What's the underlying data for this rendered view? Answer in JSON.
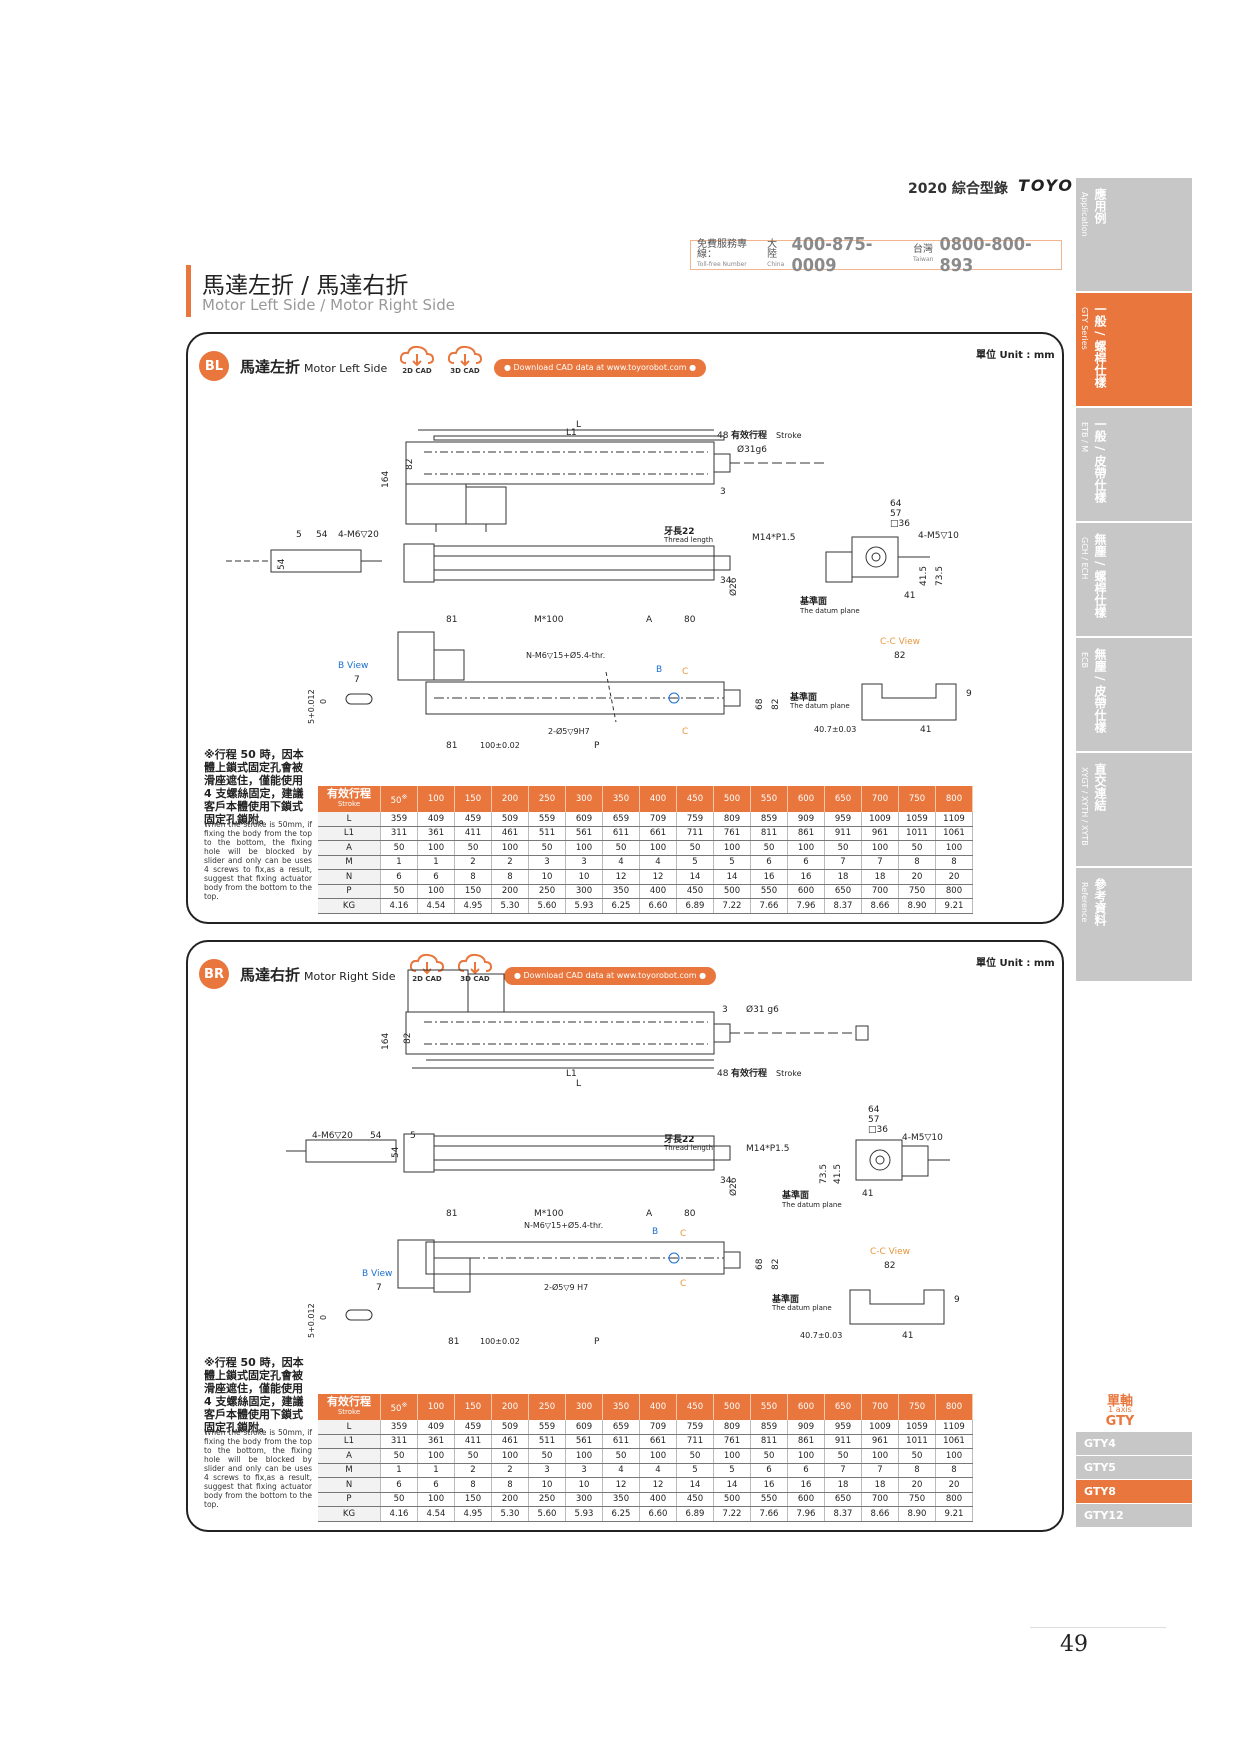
{
  "header": {
    "year_label": "2020 綜合型錄",
    "brand": "TOYO",
    "hotline": {
      "label_zh": "免費服務專線：",
      "label_en": "Toll-free Number",
      "china_zh": "大陸",
      "china_en": "China",
      "china_number": "400-875-0009",
      "taiwan_zh": "台灣",
      "taiwan_en": "Taiwan",
      "taiwan_number": "0800-800-893"
    }
  },
  "page_title": {
    "zh": "馬達左折 / 馬達右折",
    "en": "Motor Left Side / Motor Right Side"
  },
  "sidebar": {
    "items": [
      {
        "zh": "應用例",
        "en": "Application"
      },
      {
        "zh": "一般 / 螺桿仕樣",
        "en": "GTY Series"
      },
      {
        "zh": "一般 / 皮帶仕樣",
        "en": "ETB / M"
      },
      {
        "zh": "無塵 / 螺桿仕樣",
        "en": "GCH / ECH"
      },
      {
        "zh": "無塵 / 皮帶仕樣",
        "en": "ECB"
      },
      {
        "zh": "直交連結",
        "en": "XYGT / XYTH / XYTB"
      },
      {
        "zh": "參考資料",
        "en": "Reference"
      }
    ]
  },
  "common": {
    "unit": "單位 Unit : mm",
    "cad_2d": "2D CAD",
    "cad_3d": "3D CAD",
    "download": "● Download CAD data at www.toyorobot.com ●",
    "note_zh": "※行程 50 時，因本體上鎖式固定孔會被滑座遮住，僅能使用 4 支螺絲固定，建議客戶本體使用下鎖式固定孔鎖附。",
    "note_en": "When the stroke is 50mm, if fixing the body from the top to the bottom, the fixing hole will be blocked by slider and only can be uses 4 screws to fix,as a result, suggest that fixing actuator body from the bottom to the top.",
    "dim_labels": {
      "L": "L",
      "L1": "L1",
      "stroke_zh": "有效行程",
      "stroke_en": "Stroke",
      "shaft": "Ø31g6",
      "shaft_r": "Ø31 g6",
      "d48": "48",
      "d3": "3",
      "d164": "164",
      "d82": "82",
      "d5": "5",
      "d54": "54",
      "m6": "4-M6▽20",
      "thread_zh": "牙長22",
      "thread_en": "Thread length",
      "m14": "M14*P1.5",
      "d34": "34",
      "d26": "Ø26",
      "d64": "64",
      "d57": "57",
      "d36": "□36",
      "m5": "4-M5▽10",
      "d415": "41.5",
      "d735": "73.5",
      "d41": "41",
      "datum_zh": "基準面",
      "datum_en": "The datum plane",
      "d81": "81",
      "m100": "M*100",
      "dA": "A",
      "d80": "80",
      "nm6": "N-M6▽15+Ø5.4-thr.",
      "dB": "B",
      "dC": "C",
      "d68": "68",
      "hole": "2-Ø5▽9H7",
      "hole_r": "2-Ø5▽9 H7",
      "d100": "100±0.02",
      "dP": "P",
      "bview": "B View",
      "d7": "7",
      "tol": "5+0.012",
      "tol0": "0",
      "ccview": "C-C View",
      "d407": "40.7±0.03",
      "d9": "9"
    }
  },
  "sections": [
    {
      "badge": "BL",
      "title_zh": "馬達左折",
      "title_en": "Motor Left Side"
    },
    {
      "badge": "BR",
      "title_zh": "馬達右折",
      "title_en": "Motor Right Side"
    }
  ],
  "spec_table": {
    "header_zh": "有效行程",
    "header_en": "Stroke",
    "strokes": [
      "50",
      "100",
      "150",
      "200",
      "250",
      "300",
      "350",
      "400",
      "450",
      "500",
      "550",
      "600",
      "650",
      "700",
      "750",
      "800"
    ],
    "stroke_mark": "※",
    "rows": [
      {
        "label": "L",
        "values": [
          "359",
          "409",
          "459",
          "509",
          "559",
          "609",
          "659",
          "709",
          "759",
          "809",
          "859",
          "909",
          "959",
          "1009",
          "1059",
          "1109"
        ]
      },
      {
        "label": "L1",
        "values": [
          "311",
          "361",
          "411",
          "461",
          "511",
          "561",
          "611",
          "661",
          "711",
          "761",
          "811",
          "861",
          "911",
          "961",
          "1011",
          "1061"
        ]
      },
      {
        "label": "A",
        "values": [
          "50",
          "100",
          "50",
          "100",
          "50",
          "100",
          "50",
          "100",
          "50",
          "100",
          "50",
          "100",
          "50",
          "100",
          "50",
          "100"
        ]
      },
      {
        "label": "M",
        "values": [
          "1",
          "1",
          "2",
          "2",
          "3",
          "3",
          "4",
          "4",
          "5",
          "5",
          "6",
          "6",
          "7",
          "7",
          "8",
          "8"
        ]
      },
      {
        "label": "N",
        "values": [
          "6",
          "6",
          "8",
          "8",
          "10",
          "10",
          "12",
          "12",
          "14",
          "14",
          "16",
          "16",
          "18",
          "18",
          "20",
          "20"
        ]
      },
      {
        "label": "P",
        "values": [
          "50",
          "100",
          "150",
          "200",
          "250",
          "300",
          "350",
          "400",
          "450",
          "500",
          "550",
          "600",
          "650",
          "700",
          "750",
          "800"
        ]
      },
      {
        "label": "KG",
        "values": [
          "4.16",
          "4.54",
          "4.95",
          "5.30",
          "5.60",
          "5.93",
          "6.25",
          "6.60",
          "6.89",
          "7.22",
          "7.66",
          "7.96",
          "8.37",
          "8.66",
          "8.90",
          "9.21"
        ]
      }
    ]
  },
  "bottom_tabs": {
    "axis_zh": "單軸",
    "axis_en": "1 axis",
    "series": "GTY",
    "items": [
      "GTY4",
      "GTY5",
      "GTY8",
      "GTY12"
    ],
    "active": "GTY8"
  },
  "page_number": "49"
}
